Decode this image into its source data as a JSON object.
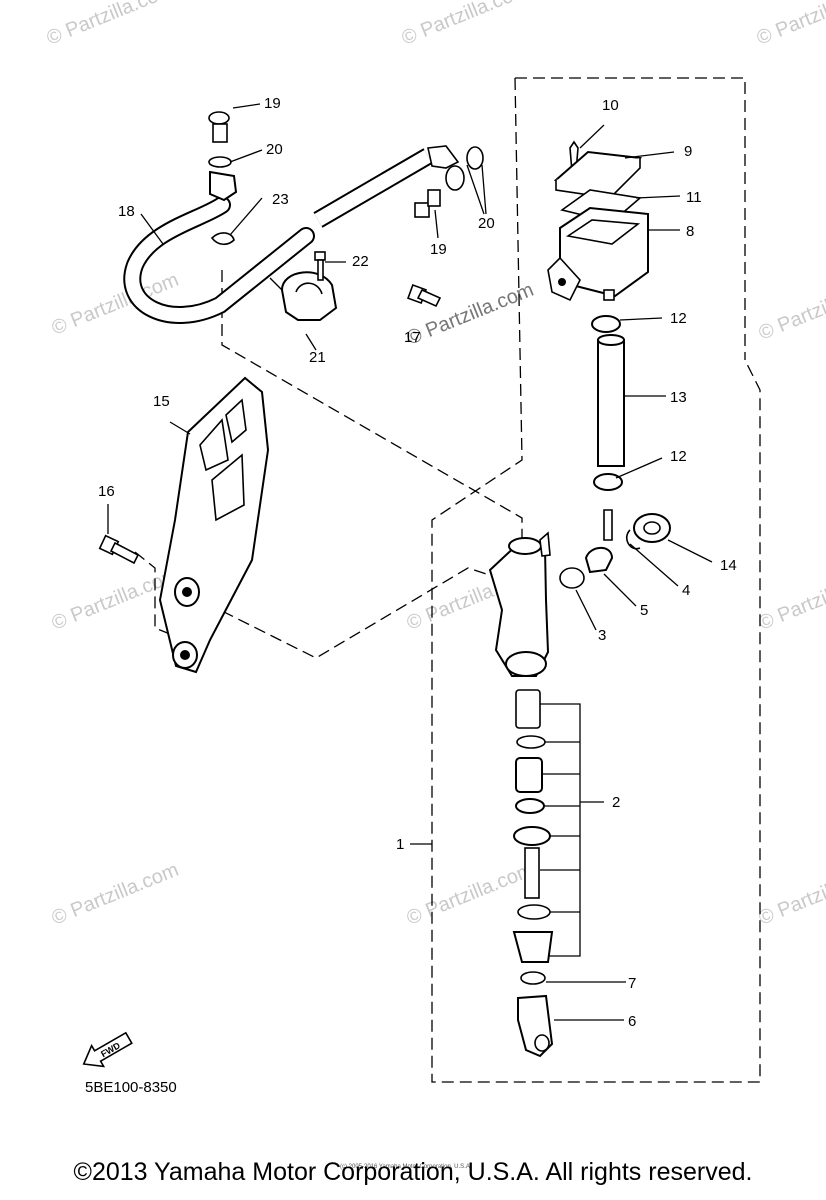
{
  "watermark": "© Partzilla.com",
  "diagram_code": "5BE100-8350",
  "fwd_label": "FWD",
  "small_credit": "(c) 2005-2016 Yamaha Motor Corporation, U.S.A.",
  "copyright": "©2013 Yamaha Motor Corporation, U.S.A. All rights reserved.",
  "callouts": {
    "c1": "1",
    "c2": "2",
    "c3": "3",
    "c4": "4",
    "c5": "5",
    "c6": "6",
    "c7": "7",
    "c8": "8",
    "c9": "9",
    "c10": "10",
    "c11": "11",
    "c12a": "12",
    "c12b": "12",
    "c13": "13",
    "c14": "14",
    "c15": "15",
    "c16": "16",
    "c17": "17",
    "c18": "18",
    "c19a": "19",
    "c19b": "19",
    "c20a": "20",
    "c20b": "20",
    "c21": "21",
    "c22": "22",
    "c23": "23"
  }
}
